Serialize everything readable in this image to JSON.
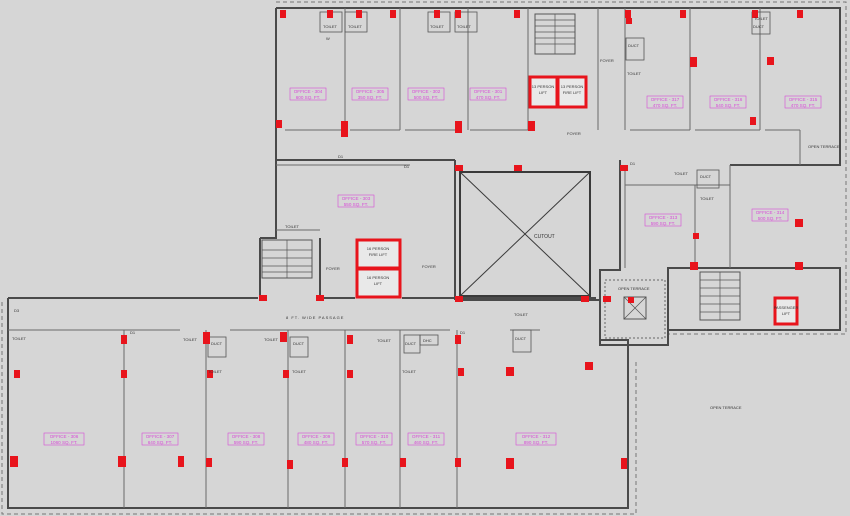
{
  "colors": {
    "column": "#e8141c",
    "office_label": "#d84bd8",
    "wall": "#4a4a4a",
    "floor": "#d6d6d6",
    "slab": "#e9e9e9"
  },
  "offices": [
    {
      "id": "o1",
      "name": "OFFICE - 304",
      "area": "600 SQ. FT."
    },
    {
      "id": "o2",
      "name": "OFFICE - 305",
      "area": "350 SQ. FT."
    },
    {
      "id": "o3",
      "name": "OFFICE - 302",
      "area": "500 SQ. FT."
    },
    {
      "id": "o4",
      "name": "OFFICE - 301",
      "area": "470 SQ. FT."
    },
    {
      "id": "o5",
      "name": "OFFICE - 317",
      "area": "470 SQ. FT."
    },
    {
      "id": "o6",
      "name": "OFFICE - 316",
      "area": "540 SQ. FT."
    },
    {
      "id": "o7",
      "name": "OFFICE - 315",
      "area": "470 SQ. FT."
    },
    {
      "id": "o8",
      "name": "OFFICE - 303",
      "area": "550 SQ. FT."
    },
    {
      "id": "o9",
      "name": "OFFICE - 313",
      "area": "590 SQ. FT."
    },
    {
      "id": "o10",
      "name": "OFFICE - 314",
      "area": "500 SQ. FT."
    },
    {
      "id": "o11",
      "name": "OFFICE - 306",
      "area": "1060 SQ. FT."
    },
    {
      "id": "o12",
      "name": "OFFICE - 307",
      "area": "640 SQ. FT."
    },
    {
      "id": "o13",
      "name": "OFFICE - 308",
      "area": "590 SQ. FT."
    },
    {
      "id": "o14",
      "name": "OFFICE - 309",
      "area": "480 SQ. FT."
    },
    {
      "id": "o15",
      "name": "OFFICE - 310",
      "area": "570 SQ. FT."
    },
    {
      "id": "o16",
      "name": "OFFICE - 311",
      "area": "460 SQ. FT."
    },
    {
      "id": "o17",
      "name": "OFFICE - 312",
      "area": "890 SQ. FT."
    }
  ],
  "labels": {
    "toilet": "TOILET",
    "foyer": "FOYER",
    "cutout": "CUTOUT",
    "passage": "8 FT. WIDE PASSAGE",
    "open_terrace": "OPEN TERRACE",
    "duct": "DUCT",
    "dhc": "DHC",
    "lift_13_a": "13 PERSON",
    "lift_13_b": "LIFT",
    "fire_lift_13_a": "13 PERSON",
    "fire_lift_13_b": "FIRE LIFT",
    "fire_lift_16_a": "16 PERSON",
    "fire_lift_16_b": "FIRE LIFT",
    "lift_16_a": "16 PERSON",
    "lift_16_b": "LIFT",
    "passenger_a": "PASSENGER",
    "passenger_b": "LIFT",
    "door_d1": "D1",
    "door_d3": "D3",
    "door_w": "W"
  }
}
